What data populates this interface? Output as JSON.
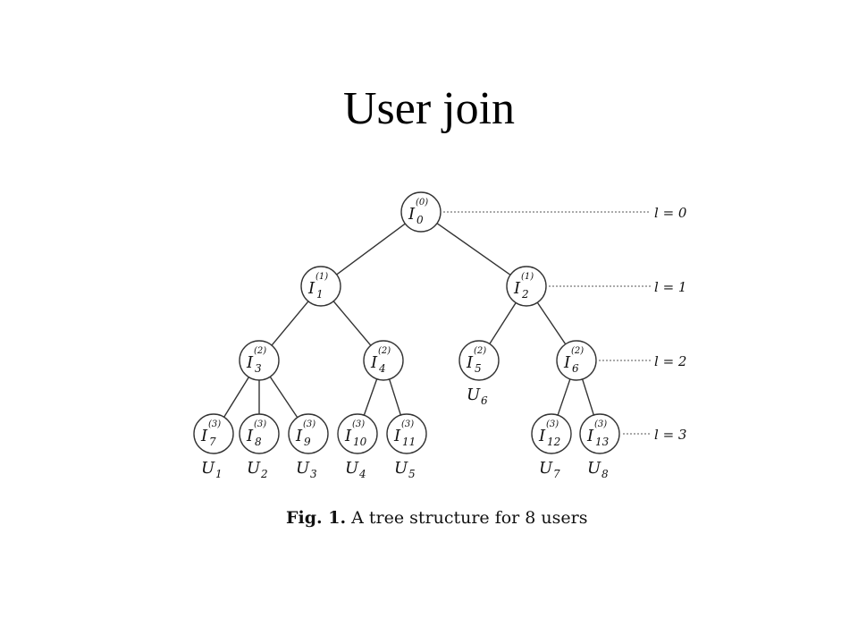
{
  "title": "User join",
  "caption": {
    "label": "Fig. 1.",
    "text": "A tree structure for 8 users"
  },
  "levels": [
    "l = 0",
    "l = 1",
    "l = 2",
    "l = 3"
  ],
  "nodes": [
    {
      "id": "I0",
      "sub": "0",
      "sup": "(0)",
      "user": ""
    },
    {
      "id": "I1",
      "sub": "1",
      "sup": "(1)",
      "user": ""
    },
    {
      "id": "I2",
      "sub": "2",
      "sup": "(1)",
      "user": ""
    },
    {
      "id": "I3",
      "sub": "3",
      "sup": "(2)",
      "user": ""
    },
    {
      "id": "I4",
      "sub": "4",
      "sup": "(2)",
      "user": ""
    },
    {
      "id": "I5",
      "sub": "5",
      "sup": "(2)",
      "user": "6"
    },
    {
      "id": "I6",
      "sub": "6",
      "sup": "(2)",
      "user": ""
    },
    {
      "id": "I7",
      "sub": "7",
      "sup": "(3)",
      "user": "1"
    },
    {
      "id": "I8",
      "sub": "8",
      "sup": "(3)",
      "user": "2"
    },
    {
      "id": "I9",
      "sub": "9",
      "sup": "(3)",
      "user": "3"
    },
    {
      "id": "I10",
      "sub": "10",
      "sup": "(3)",
      "user": "4"
    },
    {
      "id": "I11",
      "sub": "11",
      "sup": "(3)",
      "user": "5"
    },
    {
      "id": "I12",
      "sub": "12",
      "sup": "(3)",
      "user": "7"
    },
    {
      "id": "I13",
      "sub": "13",
      "sup": "(3)",
      "user": "8"
    }
  ],
  "edges": [
    [
      "I0",
      "I1"
    ],
    [
      "I0",
      "I2"
    ],
    [
      "I1",
      "I3"
    ],
    [
      "I1",
      "I4"
    ],
    [
      "I2",
      "I5"
    ],
    [
      "I2",
      "I6"
    ],
    [
      "I3",
      "I7"
    ],
    [
      "I3",
      "I8"
    ],
    [
      "I3",
      "I9"
    ],
    [
      "I4",
      "I10"
    ],
    [
      "I4",
      "I11"
    ],
    [
      "I6",
      "I12"
    ],
    [
      "I6",
      "I13"
    ]
  ],
  "node_letter": "I",
  "user_letter": "U",
  "colors": {
    "line": "#333333",
    "dotted": "#777777",
    "text": "#111111"
  }
}
